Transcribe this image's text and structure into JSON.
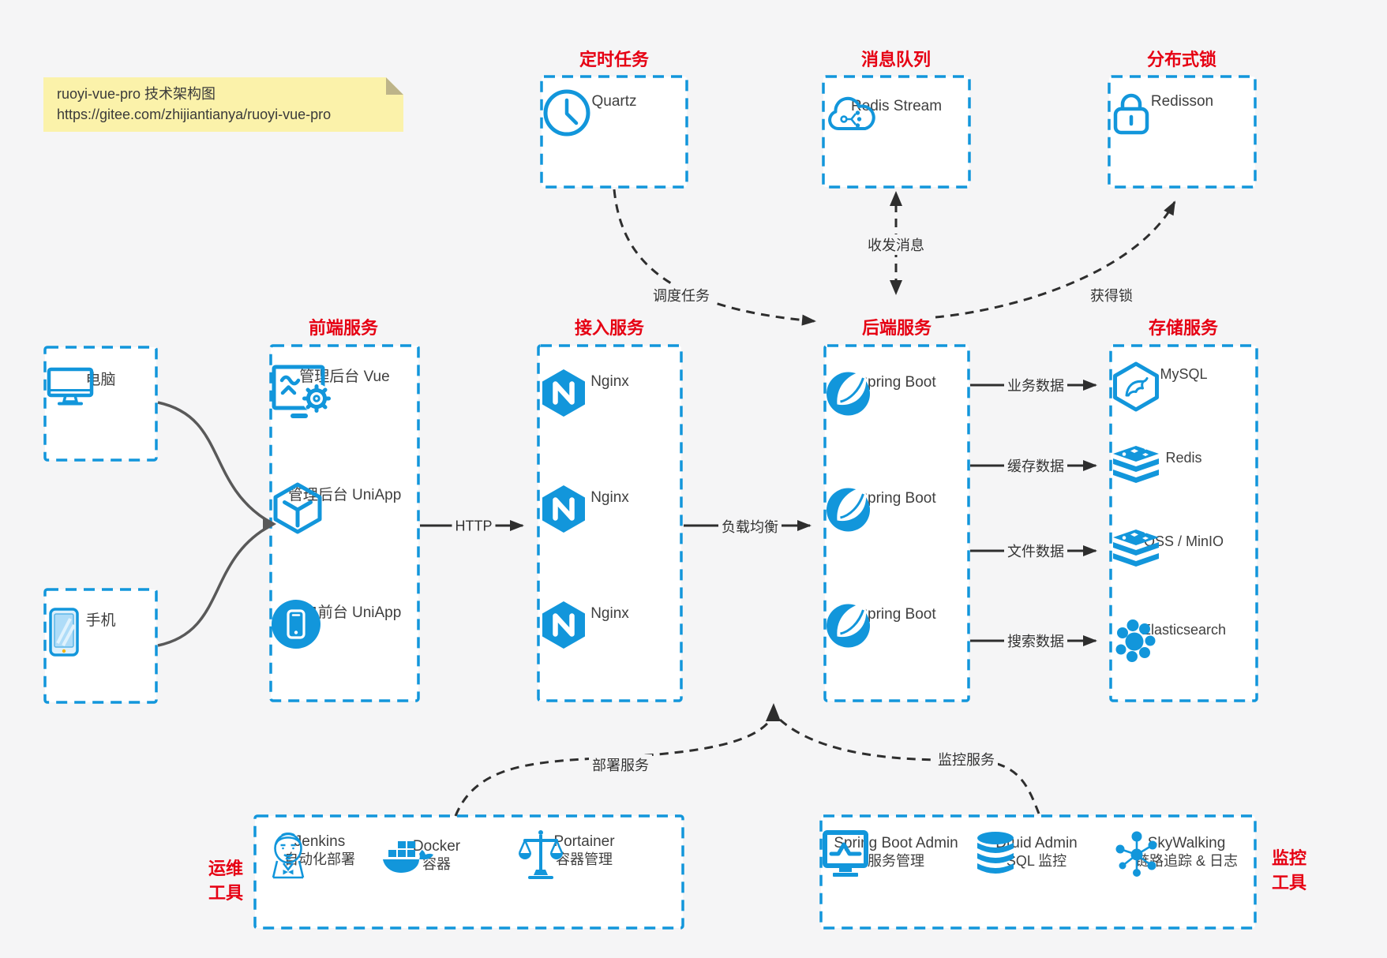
{
  "colors": {
    "accent_blue": "#1296db",
    "title_red": "#e60013",
    "label_text": "#3f3f3f",
    "arrow_black": "#2e2e2e",
    "device_arrow_gray": "#595959",
    "background": "#f5f5f6",
    "note_background": "#fbf2aa"
  },
  "note": {
    "line1": "ruoyi-vue-pro 技术架构图",
    "line2": "https://gitee.com/zhijiantianya/ruoyi-vue-pro"
  },
  "top_groups": [
    {
      "title": "定时任务",
      "item": {
        "icon": "clock-icon",
        "label": "Quartz"
      }
    },
    {
      "title": "消息队列",
      "item": {
        "icon": "cloud-stream-icon",
        "label": "Redis Stream"
      }
    },
    {
      "title": "分布式锁",
      "item": {
        "icon": "lock-icon",
        "label": "Redisson"
      }
    }
  ],
  "clients": [
    {
      "icon": "desktop-icon",
      "label": "电脑"
    },
    {
      "icon": "smartphone-icon",
      "label": "手机"
    }
  ],
  "columns": [
    {
      "title": "前端服务",
      "items": [
        {
          "icon": "admin-vue-icon",
          "label": "管理后台 Vue"
        },
        {
          "icon": "uniapp-cube-icon",
          "label": "管理后台 UniApp"
        },
        {
          "icon": "user-app-icon",
          "label": "用户前台 UniApp"
        }
      ]
    },
    {
      "title": "接入服务",
      "items": [
        {
          "icon": "nginx-icon",
          "label": "Nginx"
        },
        {
          "icon": "nginx-icon",
          "label": "Nginx"
        },
        {
          "icon": "nginx-icon",
          "label": "Nginx"
        }
      ]
    },
    {
      "title": "后端服务",
      "items": [
        {
          "icon": "spring-boot-icon",
          "label": "Spring Boot"
        },
        {
          "icon": "spring-boot-icon",
          "label": "Spring Boot"
        },
        {
          "icon": "spring-boot-icon",
          "label": "Spring Boot"
        }
      ]
    },
    {
      "title": "存储服务",
      "items": [
        {
          "icon": "mysql-icon",
          "label": "MySQL"
        },
        {
          "icon": "redis-stack-icon",
          "label": "Redis"
        },
        {
          "icon": "redis-stack-icon",
          "label": "OSS / MinIO"
        },
        {
          "icon": "elasticsearch-icon",
          "label": "Elasticsearch"
        }
      ]
    }
  ],
  "bottom_groups": [
    {
      "title_line1": "运维",
      "title_line2": "工具",
      "items": [
        {
          "icon": "jenkins-icon",
          "label": "Jenkins",
          "sub": "自动化部署"
        },
        {
          "icon": "docker-icon",
          "label": "Docker",
          "sub": "容器"
        },
        {
          "icon": "portainer-icon",
          "label": "Portainer",
          "sub": "容器管理"
        }
      ]
    },
    {
      "title_line1": "监控",
      "title_line2": "工具",
      "items": [
        {
          "icon": "spring-boot-admin-icon",
          "label": "Spring Boot Admin",
          "sub": "服务管理"
        },
        {
          "icon": "druid-icon",
          "label": "Druid Admin",
          "sub": "SQL 监控"
        },
        {
          "icon": "skywalking-icon",
          "label": "SkyWalking",
          "sub": "链路追踪 & 日志"
        }
      ]
    }
  ],
  "edges": {
    "dispatch": "调度任务",
    "messaging": "收发消息",
    "lock": "获得锁",
    "http": "HTTP",
    "load_balance": "负载均衡",
    "business_data": "业务数据",
    "cache_data": "缓存数据",
    "file_data": "文件数据",
    "search_data": "搜索数据",
    "deploy": "部署服务",
    "monitor": "监控服务"
  }
}
